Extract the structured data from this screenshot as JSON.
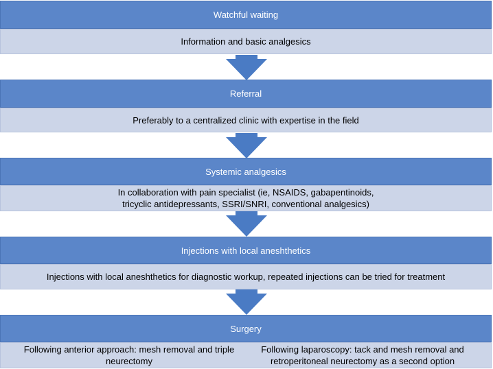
{
  "steps": [
    {
      "title": "Watchful waiting",
      "body": "Information and basic analgesics"
    },
    {
      "title": "Referral",
      "body": "Preferably to a centralized clinic with expertise in the field"
    },
    {
      "title": "Systemic analgesics",
      "body_line1": "In collaboration with pain specialist (ie, NSAIDS, gabapentinoids,",
      "body_line2": "tricyclic antidepressants, SSRI/SNRI, conventional analgesics)"
    },
    {
      "title": "Injections with local aneshthetics",
      "body": "Injections with local aneshthetics for diagnostic workup, repeated injections can be tried for treatment"
    },
    {
      "title": "Surgery",
      "left_line1": "Following anterior approach: mesh removal and triple",
      "left_line2": "neurectomy",
      "right_line1": "Following laparoscopy: tack and mesh removal and",
      "right_line2": "retroperitoneal neurectomy as a second option"
    }
  ],
  "colors": {
    "header": "#5b86c9",
    "body": "#ccd5e8",
    "arrow": "#4a7bc4"
  }
}
